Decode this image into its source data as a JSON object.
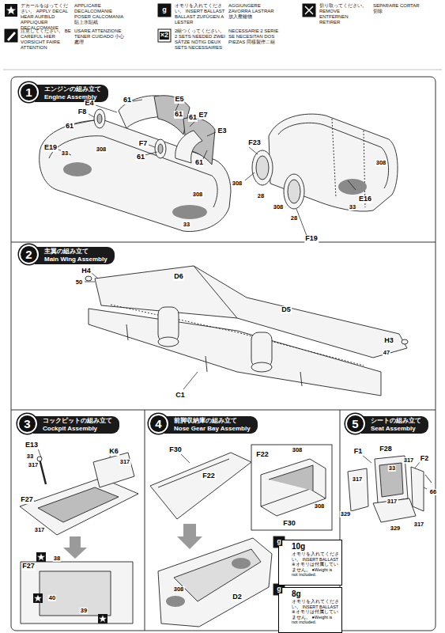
{
  "diagram": {
    "nodes": [
      {
        "text": [
          "1"
        ]
      },
      {
        "text": [
          "エンジンの組み立て",
          "Engine Assembly"
        ]
      },
      {
        "text": [
          "2"
        ]
      },
      {
        "text": [
          "主翼の組み立て",
          "Main Wing Assembly"
        ]
      },
      {
        "text": [
          "3"
        ]
      },
      {
        "text": [
          "コックピットの組み立て",
          "Cockpit Assembly"
        ]
      },
      {
        "text": [
          "4"
        ]
      },
      {
        "text": [
          "前脚収納庫の組み立て",
          "Nose Gear Bay Assembly"
        ]
      },
      {
        "text": [
          "5"
        ]
      },
      {
        "text": [
          "シートの組み立て",
          "Seat Assembly"
        ]
      },
      {
        "text": [
          "10g",
          "オモリを入れてください。 INSERT BALLAST",
          "※オモリは付属していません。 ●Weight is not included."
        ]
      },
      {
        "text": [
          "8g",
          "オモリを入れてください。 INSERT BALLAST",
          "※オモリは付属していません。 ●Weight is not included."
        ]
      }
    ],
    "labels": [
      "×2",
      "g",
      "E4",
      "61",
      "E5",
      "61",
      "F8",
      "61",
      "E7",
      "61",
      "F7",
      "61",
      "E3",
      "61",
      "E19",
      "33",
      "308",
      "308",
      "33",
      "F23",
      "308",
      "28",
      "308",
      "28",
      "F19",
      "308",
      "E16",
      "33",
      "H4",
      "50",
      "D6",
      "D5",
      "H3",
      "47",
      "C1",
      "E13",
      "33",
      "317",
      "K6",
      "317",
      "F27",
      "317",
      "F27",
      "38",
      "40",
      "39",
      "F30",
      "F22",
      "F22",
      "308",
      "308",
      "F30",
      "308",
      "D2",
      "F1",
      "F28",
      "F2",
      "33",
      "317",
      "66",
      "317",
      "317",
      "329",
      "329",
      "317",
      "g",
      "g"
    ],
    "legend": [
      {
        "text": "デカールをはってください。 APPLY DECAL HEAR AUFBILD APPLIQUER DECALCOMANIE"
      },
      {
        "text": "APPLICARE DECALCOMANIE POSER CALCOMANIA 貼上水貼紙"
      },
      {
        "text": "注意してください。 BE CAREFUL HIER VORSICHT FAIRE ATTENTION"
      },
      {
        "text": "USARE ATTENZIONE TENER CUIDADO 小心處理"
      },
      {
        "text": "オモリを入れてください。 INSERT BALLAST BALLAST ZUFÜGEN A LESTER"
      },
      {
        "text": "AGGIUNGERE ZAVORRA LASTRAR 放入壓艙物"
      },
      {
        "text": "2組つくってください。 2 SETS NEEDED ZWEI SÄTZE NÖTIG DEUX SETS NECESSAIRES"
      },
      {
        "text": "NECESSARIE 2 SERIE SE NECESITAN DOS PIEZAS 同樣製作二組"
      },
      {
        "text": "切り取ってください。 REMOVE ENTFERNEN RETIRER"
      },
      {
        "text": "SEPARARE CORTAR 切除"
      }
    ]
  }
}
